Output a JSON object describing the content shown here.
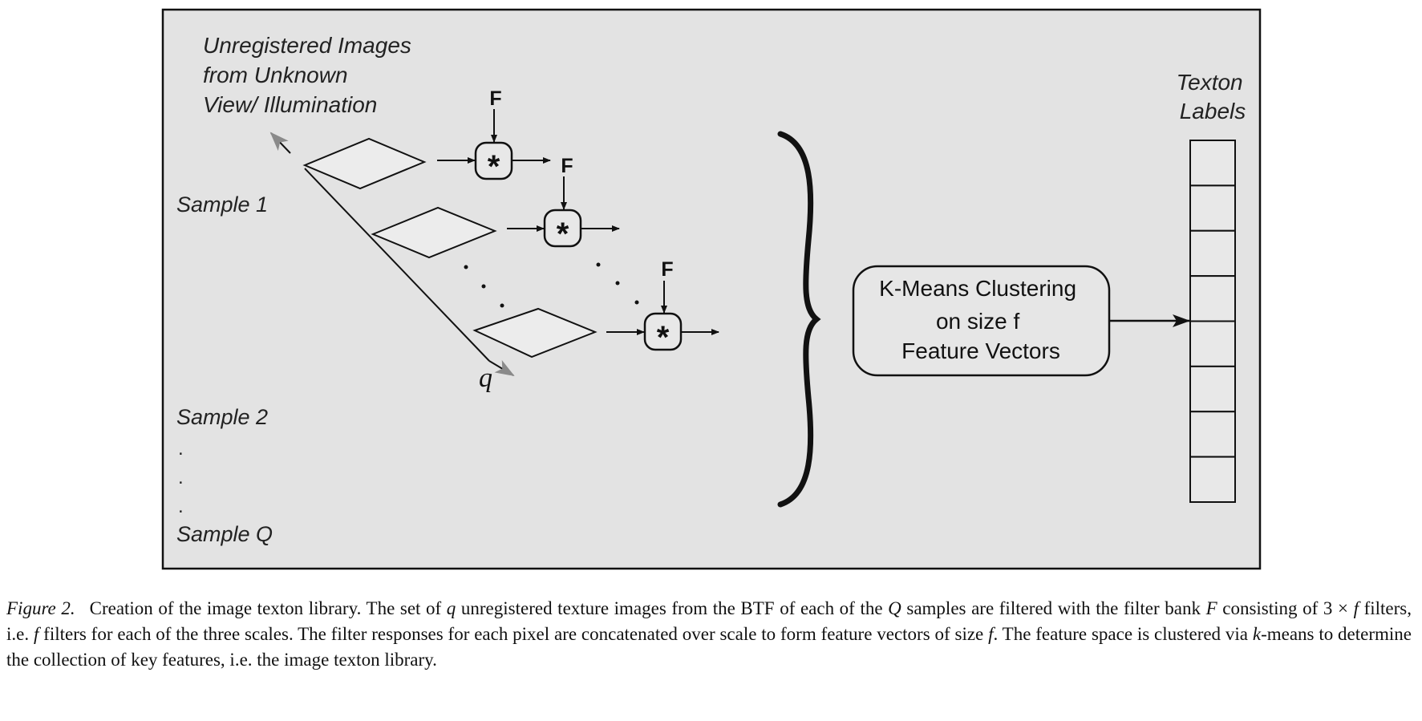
{
  "diagram": {
    "input_label_lines": [
      "Unregistered Images",
      "from Unknown",
      "View/ Illumination"
    ],
    "filter_label": "F",
    "operator_symbol": "*",
    "samples": [
      "Sample 1",
      "Sample 2",
      "Sample Q"
    ],
    "axis_label": "q",
    "ellipsis_dot": ".",
    "clustering_lines": [
      "K-Means Clustering",
      "on size f",
      "Feature Vectors"
    ],
    "texton_label_lines": [
      "Texton",
      "Labels"
    ],
    "texton_cell_count": 8
  },
  "caption": {
    "figure_label": "Figure 2.",
    "segments": [
      {
        "text": "Creation of the image texton library. The set of ",
        "math": false
      },
      {
        "text": "q",
        "math": true
      },
      {
        "text": " unregistered texture images from the BTF of each of the ",
        "math": false
      },
      {
        "text": "Q",
        "math": true
      },
      {
        "text": " samples are filtered with the filter bank ",
        "math": false
      },
      {
        "text": "F",
        "math": true
      },
      {
        "text": " consisting of 3 × ",
        "math": false
      },
      {
        "text": "f",
        "math": true
      },
      {
        "text": " filters, i.e. ",
        "math": false
      },
      {
        "text": "f",
        "math": true
      },
      {
        "text": " filters for each of the three scales. The filter responses for each pixel are concatenated over scale to form feature vectors of size ",
        "math": false
      },
      {
        "text": "f",
        "math": true
      },
      {
        "text": ". The feature space is clustered via ",
        "math": false
      },
      {
        "text": "k",
        "math": true
      },
      {
        "text": "-means to determine the collection of key features, i.e. the image texton library.",
        "math": false
      }
    ]
  }
}
